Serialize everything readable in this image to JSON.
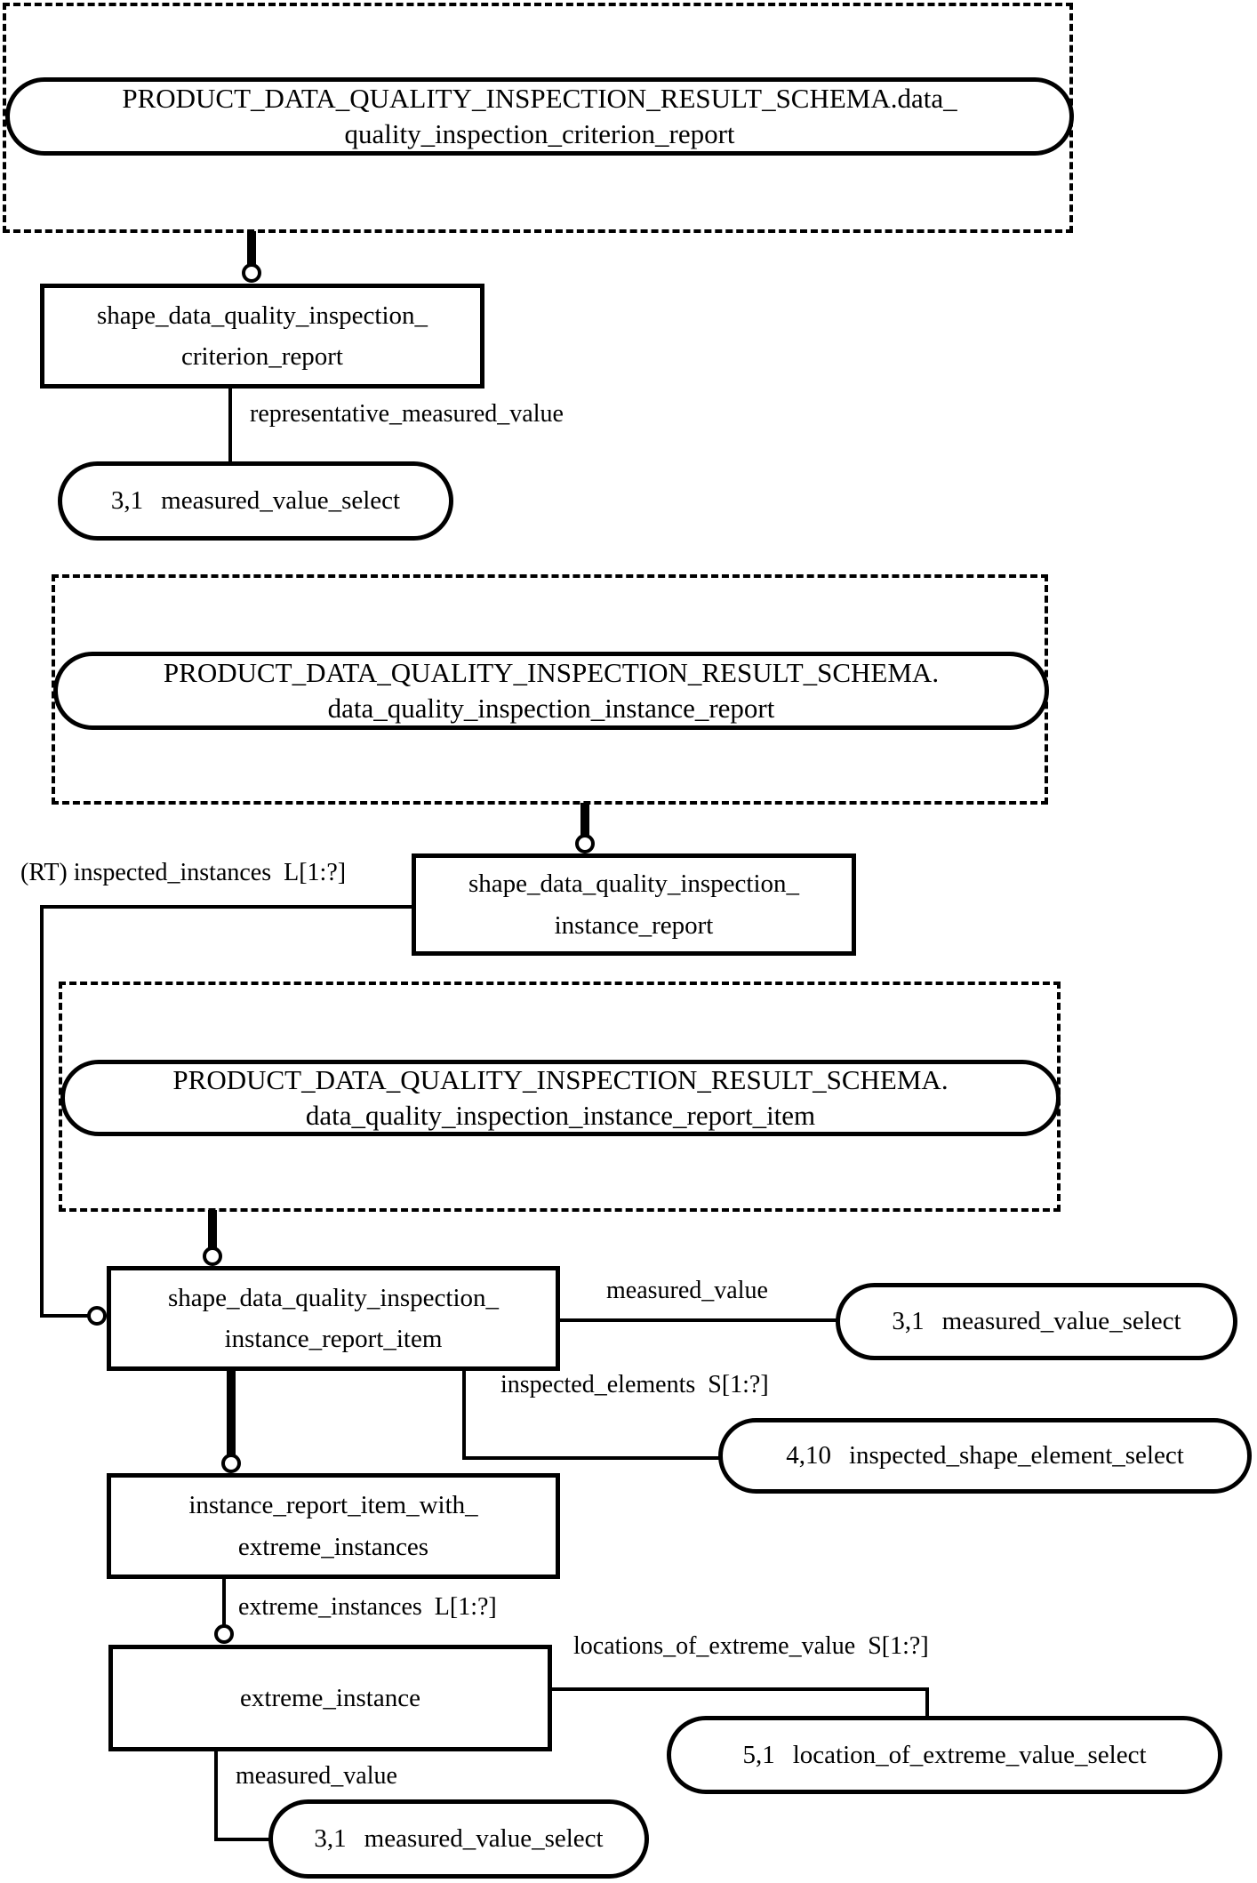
{
  "diagram": {
    "type": "express-g",
    "colors": {
      "ink": "#000000",
      "background": "#ffffff"
    },
    "schema_packages": [
      {
        "title_line1": "PRODUCT_DATA_QUALITY_INSPECTION_RESULT_SCHEMA.data_",
        "title_line2": "quality_inspection_criterion_report"
      },
      {
        "title_line1": "PRODUCT_DATA_QUALITY_INSPECTION_RESULT_SCHEMA.",
        "title_line2": "data_quality_inspection_instance_report"
      },
      {
        "title_line1": "PRODUCT_DATA_QUALITY_INSPECTION_RESULT_SCHEMA.",
        "title_line2": "data_quality_inspection_instance_report_item"
      }
    ],
    "entities": [
      {
        "line1": "shape_data_quality_inspection_",
        "line2": "criterion_report"
      },
      {
        "line1": "shape_data_quality_inspection_",
        "line2": "instance_report"
      },
      {
        "line1": "shape_data_quality_inspection_",
        "line2": "instance_report_item"
      },
      {
        "line1": "instance_report_item_with_",
        "line2": "extreme_instances"
      },
      {
        "line1": "extreme_instance"
      }
    ],
    "select_nodes": [
      {
        "page_ref": "3,1",
        "name": "measured_value_select"
      },
      {
        "page_ref": "3,1",
        "name": "measured_value_select"
      },
      {
        "page_ref": "4,10",
        "name": "inspected_shape_element_select"
      },
      {
        "page_ref": "5,1",
        "name": "location_of_extreme_value_select"
      },
      {
        "page_ref": "3,1",
        "name": "measured_value_select"
      }
    ],
    "edge_labels": [
      "representative_measured_value",
      "(RT) inspected_instances  L[1:?]",
      "measured_value",
      "inspected_elements  S[1:?]",
      "extreme_instances  L[1:?]",
      "locations_of_extreme_value  S[1:?]",
      "measured_value"
    ]
  }
}
